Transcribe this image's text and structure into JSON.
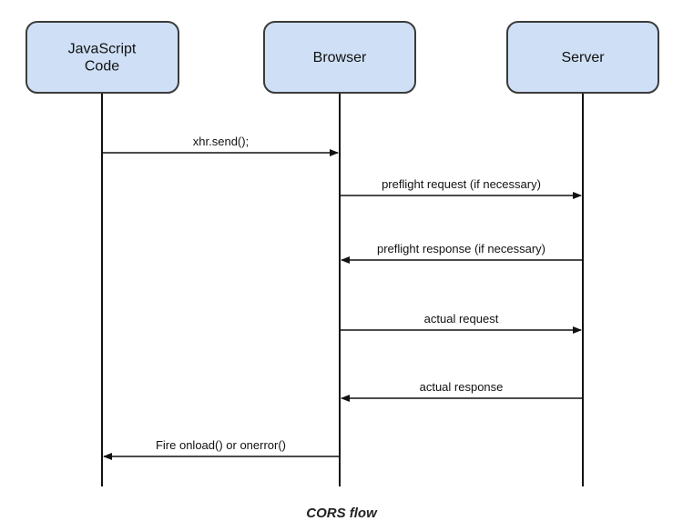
{
  "actors": [
    {
      "id": "js",
      "lines": [
        "JavaScript",
        "Code"
      ]
    },
    {
      "id": "browser",
      "lines": [
        "Browser"
      ]
    },
    {
      "id": "server",
      "lines": [
        "Server"
      ]
    }
  ],
  "messages": [
    {
      "from": "js",
      "to": "browser",
      "label": "xhr.send();"
    },
    {
      "from": "browser",
      "to": "server",
      "label": "preflight request (if necessary)"
    },
    {
      "from": "server",
      "to": "browser",
      "label": "preflight response (if necessary)"
    },
    {
      "from": "browser",
      "to": "server",
      "label": "actual request"
    },
    {
      "from": "server",
      "to": "browser",
      "label": "actual response"
    },
    {
      "from": "browser",
      "to": "js",
      "label": "Fire onload() or onerror()"
    }
  ],
  "caption": "CORS flow",
  "colors": {
    "actor_fill": "#cfe0f6",
    "actor_stroke": "#3b3b3b",
    "line": "#111111"
  }
}
